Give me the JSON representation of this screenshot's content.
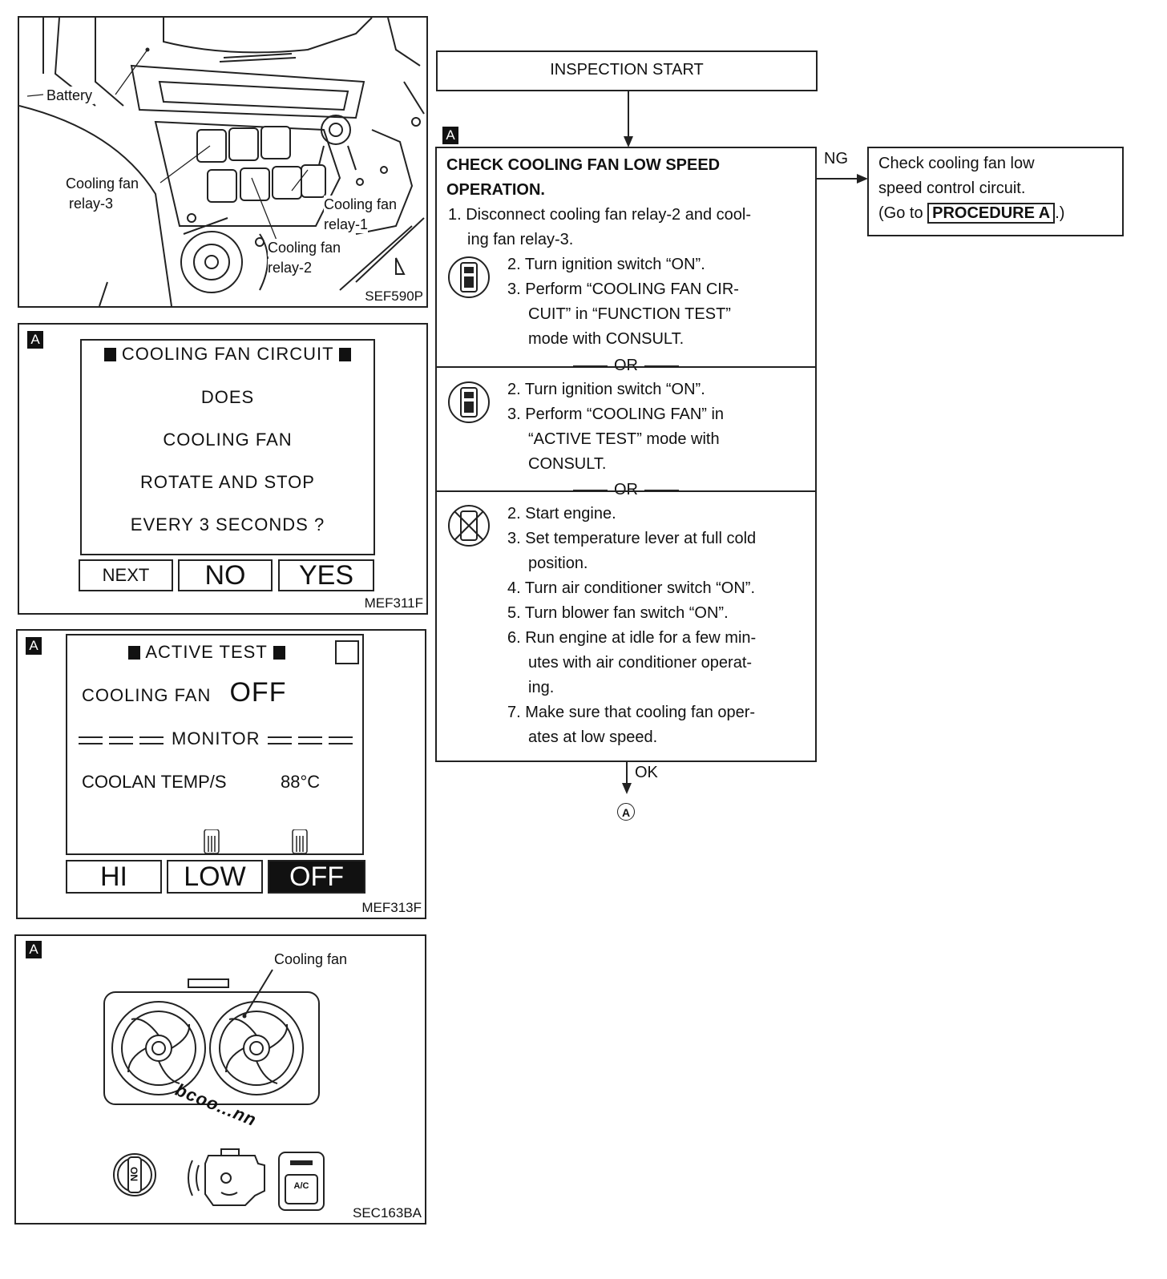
{
  "panel1": {
    "labels": {
      "battery": "Battery",
      "relay3_a": "Cooling fan",
      "relay3_b": "relay-3",
      "relay1_a": "Cooling fan",
      "relay1_b": "relay-1",
      "relay2_a": "Cooling fan",
      "relay2_b": "relay-2"
    },
    "code": "SEF590P"
  },
  "panel2": {
    "tag": "A",
    "title": "COOLING FAN CIRCUIT",
    "lines": [
      "DOES",
      "COOLING FAN",
      "ROTATE AND STOP",
      "EVERY 3 SECONDS ?"
    ],
    "buttons": {
      "next": "NEXT",
      "no": "NO",
      "yes": "YES"
    },
    "code": "MEF311F"
  },
  "panel3": {
    "tag": "A",
    "title": "ACTIVE TEST",
    "item_label": "COOLING FAN",
    "item_value": "OFF",
    "monitor_label": "MONITOR",
    "sensor_label": "COOLAN TEMP/S",
    "sensor_value": "88°C",
    "buttons": {
      "hi": "HI",
      "low": "LOW",
      "off": "OFF"
    },
    "code": "MEF313F"
  },
  "panel4": {
    "tag": "A",
    "fan_label": "Cooling fan",
    "sound": "bcoo...nn",
    "key_label": "ON",
    "ac_label": "A/C",
    "code": "SEC163BA"
  },
  "flow": {
    "start": "INSPECTION START",
    "tag": "A",
    "title_1": "CHECK COOLING FAN LOW SPEED",
    "title_2": "OPERATION.",
    "step1_a": "1. Disconnect cooling fan relay-2 and cool-",
    "step1_b": "ing fan relay-3.",
    "opt1": [
      "2. Turn ignition switch “ON”.",
      "3. Perform “COOLING FAN CIR-",
      "CUIT” in “FUNCTION TEST”",
      "mode with CONSULT."
    ],
    "or": "OR",
    "opt2": [
      "2. Turn ignition switch “ON”.",
      "3. Perform “COOLING FAN” in",
      "“ACTIVE TEST” mode with",
      "CONSULT."
    ],
    "opt3": [
      "2. Start engine.",
      "3. Set temperature lever at full cold",
      "position.",
      "4. Turn air conditioner switch “ON”.",
      "5. Turn blower fan switch “ON”.",
      "6. Run engine at idle for a few min-",
      "utes with air conditioner operat-",
      "ing.",
      "7. Make sure that cooling fan oper-",
      "ates at low speed."
    ],
    "ng": "NG",
    "ok": "OK",
    "connector": "A",
    "ng_box": {
      "line1": "Check cooling fan low",
      "line2": "speed control circuit.",
      "prefix": "(Go to",
      "procedure": "PROCEDURE A",
      "suffix": ".)"
    }
  }
}
